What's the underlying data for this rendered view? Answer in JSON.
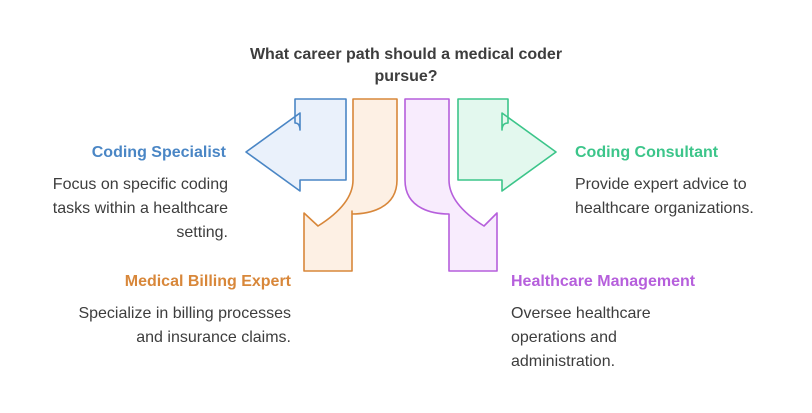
{
  "question": "What career path should a medical coder pursue?",
  "options": [
    {
      "id": "coding-specialist",
      "title": "Coding Specialist",
      "description": "Focus on specific coding tasks within a healthcare setting.",
      "color": "#4a86c5",
      "fill": "#eaf1fb"
    },
    {
      "id": "medical-billing-expert",
      "title": "Medical Billing Expert",
      "description": "Specialize in billing processes and insurance claims.",
      "color": "#d8873a",
      "fill": "#fdf0e4"
    },
    {
      "id": "healthcare-management",
      "title": "Healthcare Management",
      "description": "Oversee healthcare operations and administration.",
      "color": "#b65fdc",
      "fill": "#f8ecfd"
    },
    {
      "id": "coding-consultant",
      "title": "Coding Consultant",
      "description": "Provide expert advice to healthcare organizations.",
      "color": "#3cc58a",
      "fill": "#e3f8ee"
    }
  ]
}
